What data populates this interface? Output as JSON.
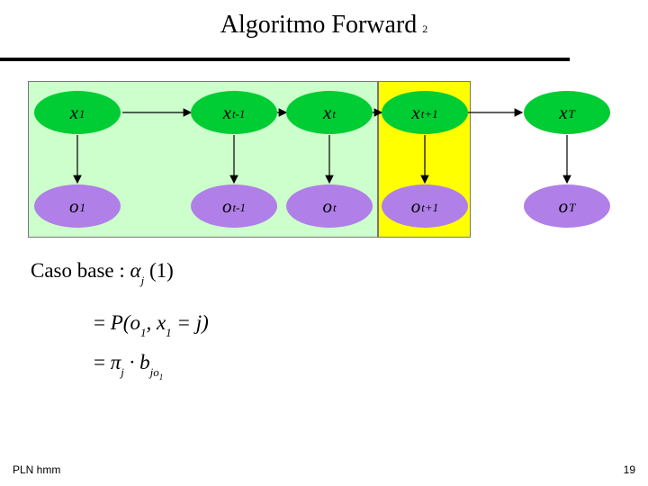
{
  "slide": {
    "title": "Algoritmo Forward",
    "title_number": "2",
    "footer_left": "PLN hmm",
    "page_number": "19"
  },
  "colors": {
    "past_region": "#ccffcc",
    "current_region": "#ffff00",
    "state_node": "#00cc33",
    "observation_node": "#b07fe8"
  },
  "states": [
    {
      "base": "x",
      "sub": "1"
    },
    {
      "base": "x",
      "sub": "t-1"
    },
    {
      "base": "x",
      "sub": "t"
    },
    {
      "base": "x",
      "sub": "t+1"
    },
    {
      "base": "x",
      "sub": "T"
    }
  ],
  "observations": [
    {
      "base": "o",
      "sub": "1"
    },
    {
      "base": "o",
      "sub": "t-1"
    },
    {
      "base": "o",
      "sub": "t"
    },
    {
      "base": "o",
      "sub": "t+1"
    },
    {
      "base": "o",
      "sub": "T"
    }
  ],
  "formula": {
    "line1_label": "Caso base :",
    "line1_alpha": "α",
    "line1_sub": "j",
    "line1_arg": "(1)",
    "line2_eq": "=",
    "line2_p": "P(o",
    "line2_sub1": "1",
    "line2_mid": ", x",
    "line2_sub2": "1",
    "line2_end": " = j)",
    "line3_eq": "=",
    "line3_pi": "π",
    "line3_pi_sub": "j",
    "line3_dot": " · b",
    "line3_b_sub": "jo",
    "line3_b_subsub": "1"
  }
}
